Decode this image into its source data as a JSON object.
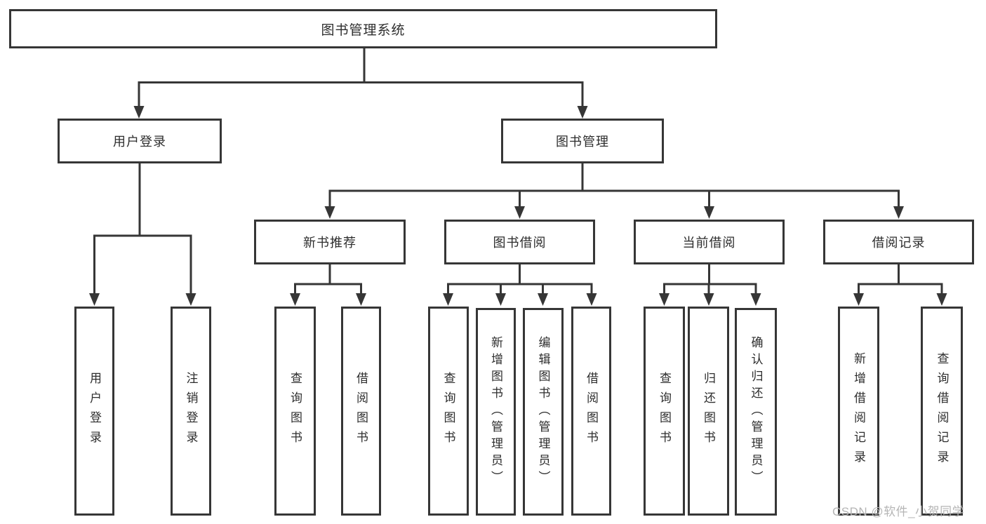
{
  "diagram": {
    "title": "图书管理系统",
    "nodes": {
      "root": "图书管理系统",
      "level2": [
        "用户登录",
        "图书管理"
      ],
      "level3": [
        "新书推荐",
        "图书借阅",
        "当前借阅",
        "借阅记录"
      ],
      "leaves": [
        "用户登录",
        "注销登录",
        "查询图书",
        "借阅图书",
        "查询图书",
        "新增图书（管理员）",
        "编辑图书（管理员）",
        "借阅图书",
        "查询图书",
        "归还图书",
        "确认归还（管理员）",
        "新增借阅记录",
        "查询借阅记录"
      ]
    },
    "colors": {
      "line": "#363636",
      "text": "#2d2d2d",
      "background": "#ffffff",
      "watermark_color": "#b5b5b5"
    },
    "watermark": "CSDN @软件_小贺同学"
  }
}
